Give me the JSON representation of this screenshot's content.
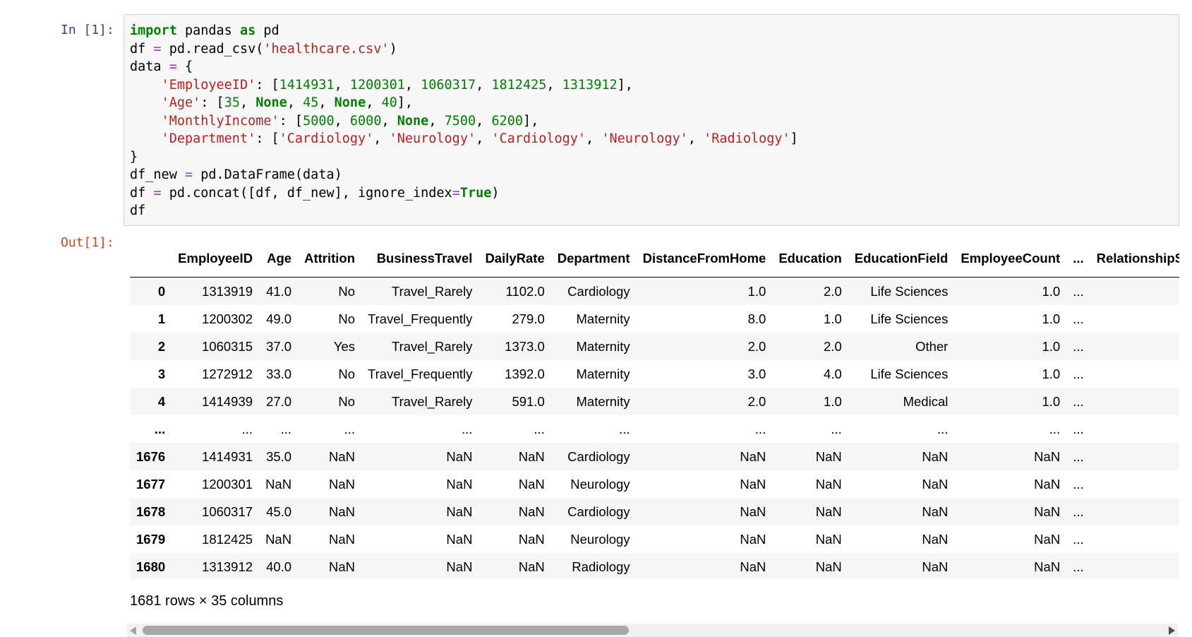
{
  "cell": {
    "in_prompt": "In [1]:",
    "out_prompt": "Out[1]:",
    "code_lines": [
      [
        [
          "kw",
          "import"
        ],
        [
          "t",
          " pandas "
        ],
        [
          "kw",
          "as"
        ],
        [
          "t",
          " pd"
        ]
      ],
      [
        [
          "t",
          "df "
        ],
        [
          "op",
          "="
        ],
        [
          "t",
          " pd.read_csv("
        ],
        [
          "str",
          "'healthcare.csv'"
        ],
        [
          "t",
          ")"
        ]
      ],
      [
        [
          "t",
          "data "
        ],
        [
          "op",
          "="
        ],
        [
          "t",
          " {"
        ]
      ],
      [
        [
          "t",
          "    "
        ],
        [
          "str",
          "'EmployeeID'"
        ],
        [
          "t",
          ": ["
        ],
        [
          "num",
          "1414931"
        ],
        [
          "t",
          ", "
        ],
        [
          "num",
          "1200301"
        ],
        [
          "t",
          ", "
        ],
        [
          "num",
          "1060317"
        ],
        [
          "t",
          ", "
        ],
        [
          "num",
          "1812425"
        ],
        [
          "t",
          ", "
        ],
        [
          "num",
          "1313912"
        ],
        [
          "t",
          "],"
        ]
      ],
      [
        [
          "t",
          "    "
        ],
        [
          "str",
          "'Age'"
        ],
        [
          "t",
          ": ["
        ],
        [
          "num",
          "35"
        ],
        [
          "t",
          ", "
        ],
        [
          "kw",
          "None"
        ],
        [
          "t",
          ", "
        ],
        [
          "num",
          "45"
        ],
        [
          "t",
          ", "
        ],
        [
          "kw",
          "None"
        ],
        [
          "t",
          ", "
        ],
        [
          "num",
          "40"
        ],
        [
          "t",
          "],"
        ]
      ],
      [
        [
          "t",
          "    "
        ],
        [
          "str",
          "'MonthlyIncome'"
        ],
        [
          "t",
          ": ["
        ],
        [
          "num",
          "5000"
        ],
        [
          "t",
          ", "
        ],
        [
          "num",
          "6000"
        ],
        [
          "t",
          ", "
        ],
        [
          "kw",
          "None"
        ],
        [
          "t",
          ", "
        ],
        [
          "num",
          "7500"
        ],
        [
          "t",
          ", "
        ],
        [
          "num",
          "6200"
        ],
        [
          "t",
          "],"
        ]
      ],
      [
        [
          "t",
          "    "
        ],
        [
          "str",
          "'Department'"
        ],
        [
          "t",
          ": ["
        ],
        [
          "str",
          "'Cardiology'"
        ],
        [
          "t",
          ", "
        ],
        [
          "str",
          "'Neurology'"
        ],
        [
          "t",
          ", "
        ],
        [
          "str",
          "'Cardiology'"
        ],
        [
          "t",
          ", "
        ],
        [
          "str",
          "'Neurology'"
        ],
        [
          "t",
          ", "
        ],
        [
          "str",
          "'Radiology'"
        ],
        [
          "t",
          "]"
        ]
      ],
      [
        [
          "t",
          "}"
        ]
      ],
      [
        [
          "t",
          "df_new "
        ],
        [
          "op",
          "="
        ],
        [
          "t",
          " pd.DataFrame(data)"
        ]
      ],
      [
        [
          "t",
          "df "
        ],
        [
          "op",
          "="
        ],
        [
          "t",
          " pd.concat([df, df_new], ignore_index"
        ],
        [
          "op",
          "="
        ],
        [
          "kw",
          "True"
        ],
        [
          "t",
          ")"
        ]
      ],
      [
        [
          "t",
          "df"
        ]
      ]
    ]
  },
  "dataframe": {
    "columns": [
      "",
      "EmployeeID",
      "Age",
      "Attrition",
      "BusinessTravel",
      "DailyRate",
      "Department",
      "DistanceFromHome",
      "Education",
      "EducationField",
      "EmployeeCount",
      "...",
      "RelationshipSatis"
    ],
    "rows": [
      [
        "0",
        "1313919",
        "41.0",
        "No",
        "Travel_Rarely",
        "1102.0",
        "Cardiology",
        "1.0",
        "2.0",
        "Life Sciences",
        "1.0",
        "...",
        ""
      ],
      [
        "1",
        "1200302",
        "49.0",
        "No",
        "Travel_Frequently",
        "279.0",
        "Maternity",
        "8.0",
        "1.0",
        "Life Sciences",
        "1.0",
        "...",
        ""
      ],
      [
        "2",
        "1060315",
        "37.0",
        "Yes",
        "Travel_Rarely",
        "1373.0",
        "Maternity",
        "2.0",
        "2.0",
        "Other",
        "1.0",
        "...",
        ""
      ],
      [
        "3",
        "1272912",
        "33.0",
        "No",
        "Travel_Frequently",
        "1392.0",
        "Maternity",
        "3.0",
        "4.0",
        "Life Sciences",
        "1.0",
        "...",
        ""
      ],
      [
        "4",
        "1414939",
        "27.0",
        "No",
        "Travel_Rarely",
        "591.0",
        "Maternity",
        "2.0",
        "1.0",
        "Medical",
        "1.0",
        "...",
        ""
      ],
      [
        "...",
        "...",
        "...",
        "...",
        "...",
        "...",
        "...",
        "...",
        "...",
        "...",
        "...",
        "...",
        ""
      ],
      [
        "1676",
        "1414931",
        "35.0",
        "NaN",
        "NaN",
        "NaN",
        "Cardiology",
        "NaN",
        "NaN",
        "NaN",
        "NaN",
        "...",
        ""
      ],
      [
        "1677",
        "1200301",
        "NaN",
        "NaN",
        "NaN",
        "NaN",
        "Neurology",
        "NaN",
        "NaN",
        "NaN",
        "NaN",
        "...",
        ""
      ],
      [
        "1678",
        "1060317",
        "45.0",
        "NaN",
        "NaN",
        "NaN",
        "Cardiology",
        "NaN",
        "NaN",
        "NaN",
        "NaN",
        "...",
        ""
      ],
      [
        "1679",
        "1812425",
        "NaN",
        "NaN",
        "NaN",
        "NaN",
        "Neurology",
        "NaN",
        "NaN",
        "NaN",
        "NaN",
        "...",
        ""
      ],
      [
        "1680",
        "1313912",
        "40.0",
        "NaN",
        "NaN",
        "NaN",
        "Radiology",
        "NaN",
        "NaN",
        "NaN",
        "NaN",
        "...",
        ""
      ]
    ],
    "shape_text": "1681 rows × 35 columns"
  }
}
